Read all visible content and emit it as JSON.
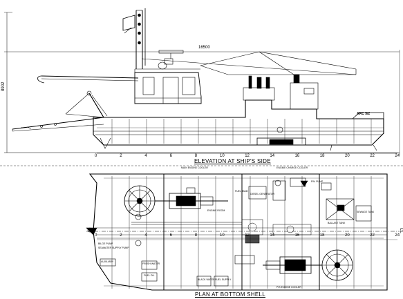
{
  "elevation": {
    "title": "ELEVATION AT SHIP'S SIDE",
    "overall_length": "16500",
    "height_label": "8902",
    "hull_marking": "ARC 5/2",
    "frame_numbers": [
      "0",
      "2",
      "4",
      "6",
      "8",
      "10",
      "12",
      "14",
      "16",
      "18",
      "20",
      "22",
      "24"
    ]
  },
  "plan": {
    "title": "PLAN AT BOTTOM SHELL",
    "right_edge_label": "CL",
    "frame_numbers": [
      "0",
      "2",
      "4",
      "6",
      "8",
      "10",
      "12",
      "14",
      "16",
      "18",
      "20",
      "22",
      "24"
    ],
    "labels": {
      "top_a": "MAIN ENGINE COOLER",
      "top_b": "ENGINE CHARGE COOLER",
      "top_c": "FW. PUMP",
      "room_1": "ENGINE ROOM",
      "room_2": "SEWAGE TANK",
      "room_3": "FUEL TANK",
      "room_4": "BALLAST TANK",
      "room_5": "DIESEL GENERATOR",
      "left_1": "BILGE PUMP",
      "left_2": "SEAWATER SUPPLY PUMP",
      "left_3": "AUXILIARY",
      "fuel_1": "FRESH WATER",
      "fuel_2": "FUEL OIL",
      "bottom_1": "BLACK WATER",
      "bottom_2": "FUEL SUPPLY",
      "bottom_3": "P/S ENGINE COOLER"
    }
  }
}
